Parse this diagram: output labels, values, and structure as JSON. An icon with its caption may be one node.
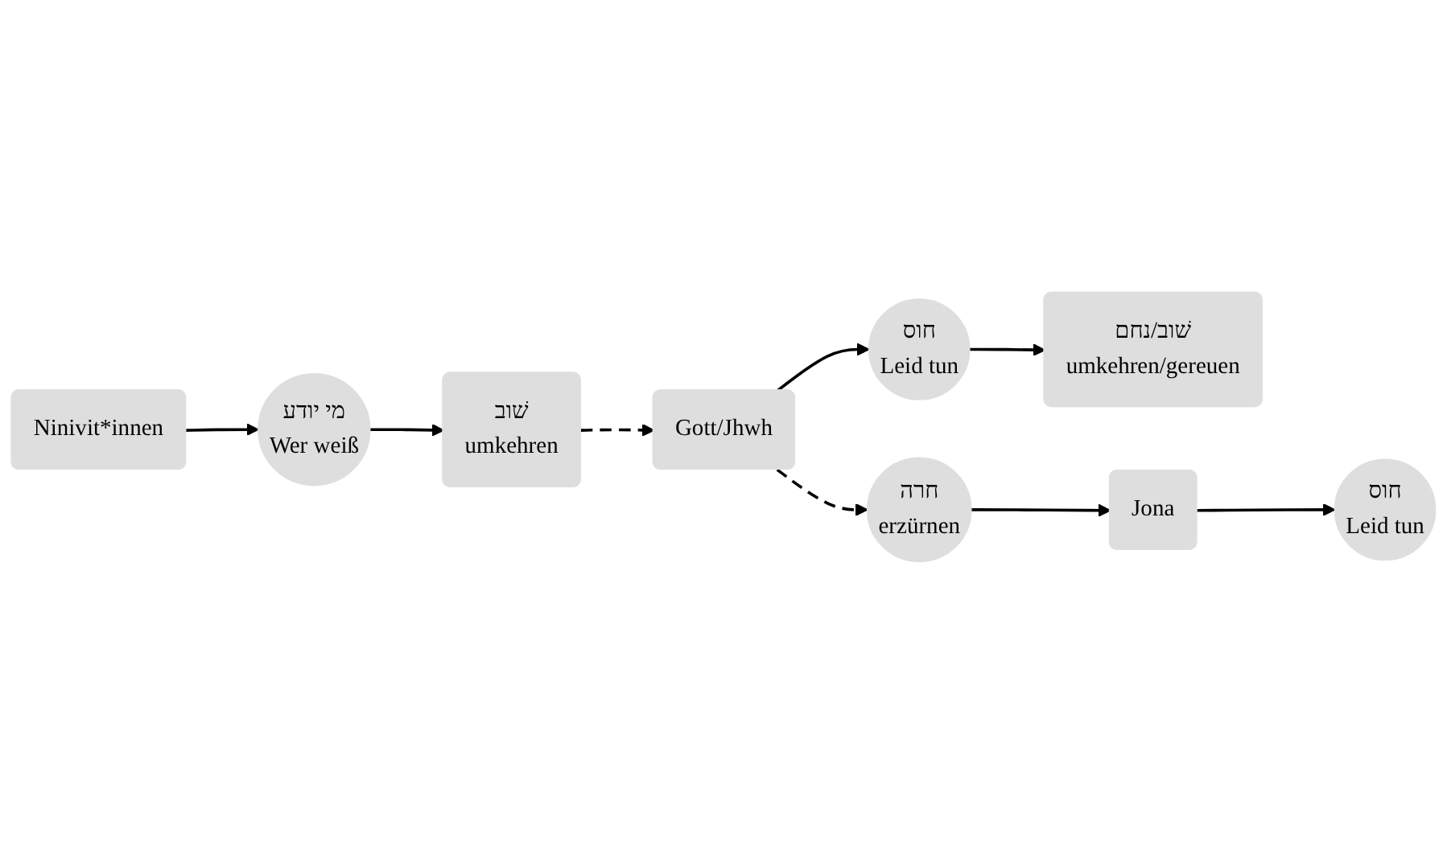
{
  "diagram": {
    "nodes": [
      {
        "text": [
          "Ninivit*innen"
        ]
      },
      {
        "text": [
          "מי יודע",
          "Wer weiß"
        ]
      },
      {
        "text": [
          "שׁוב",
          "umkehren"
        ]
      },
      {
        "text": [
          "Gott/Jhwh"
        ]
      },
      {
        "text": [
          "חוס",
          "Leid tun"
        ]
      },
      {
        "text": [
          "שׁוב/נחם",
          "umkehren/gereuen"
        ]
      },
      {
        "text": [
          "חרה",
          "erzürnen"
        ]
      },
      {
        "text": [
          "Jona"
        ]
      },
      {
        "text": [
          "חוס",
          "Leid tun"
        ]
      }
    ],
    "edges": [
      {
        "from": 0,
        "to": 1,
        "arrow": "to"
      },
      {
        "from": 1,
        "to": 2,
        "arrow": "to"
      },
      {
        "from": 2,
        "to": 3,
        "arrow": "to",
        "style": "dashed"
      },
      {
        "from": 3,
        "to": 4,
        "arrow": "to"
      },
      {
        "from": 4,
        "to": 5,
        "arrow": "to"
      },
      {
        "from": 3,
        "to": 6,
        "arrow": "to",
        "style": "dashed"
      },
      {
        "from": 6,
        "to": 7,
        "arrow": "to"
      },
      {
        "from": 7,
        "to": 8,
        "arrow": "to"
      }
    ]
  }
}
